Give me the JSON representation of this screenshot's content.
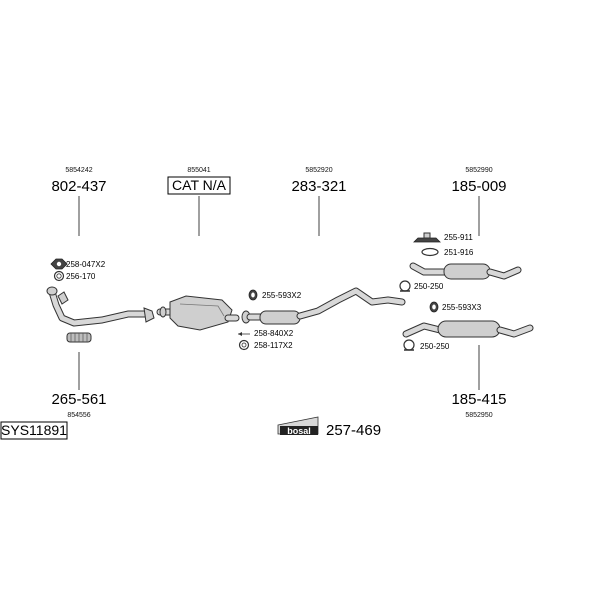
{
  "groups": [
    {
      "oem": "5854242",
      "part": "802-437"
    },
    {
      "oem": "855041",
      "part": "CAT N/A"
    },
    {
      "oem": "5852920",
      "part": "283-321"
    },
    {
      "oem": "5852990",
      "part": "185-009"
    },
    {
      "oem": "854556",
      "part": "265-561"
    },
    {
      "oem": "5852950",
      "part": "185-415"
    }
  ],
  "small_parts": {
    "a": "258-047X2",
    "b": "256-170",
    "c": "255-593X2",
    "d": "258-840X2",
    "e": "258-117X2",
    "f": "255-911",
    "g": "251-916",
    "h": "250-250",
    "i": "255-593X3",
    "j": "250-250"
  },
  "system_code": "SYS11891",
  "brand": {
    "logo_text": "bosal",
    "part": "257-469"
  }
}
